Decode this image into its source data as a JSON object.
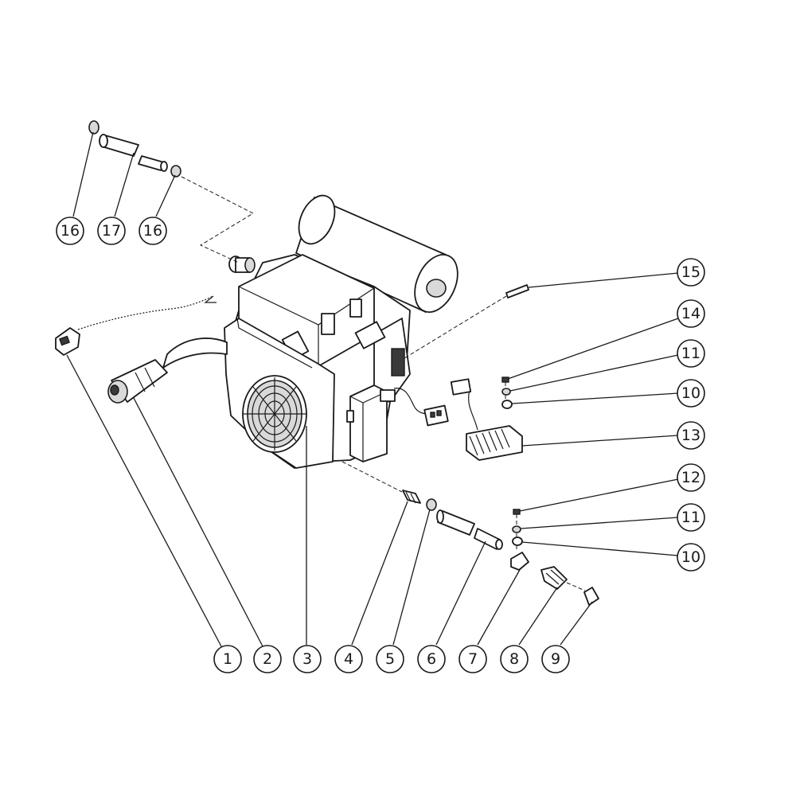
{
  "callouts": {
    "c1": "1",
    "c2": "2",
    "c3": "3",
    "c4": "4",
    "c5": "5",
    "c6": "6",
    "c7": "7",
    "c8": "8",
    "c9": "9",
    "c10a": "10",
    "c10b": "10",
    "c11a": "11",
    "c11b": "11",
    "c12": "12",
    "c13": "13",
    "c14": "14",
    "c15": "15",
    "c16a": "16",
    "c16b": "16",
    "c17": "17"
  }
}
